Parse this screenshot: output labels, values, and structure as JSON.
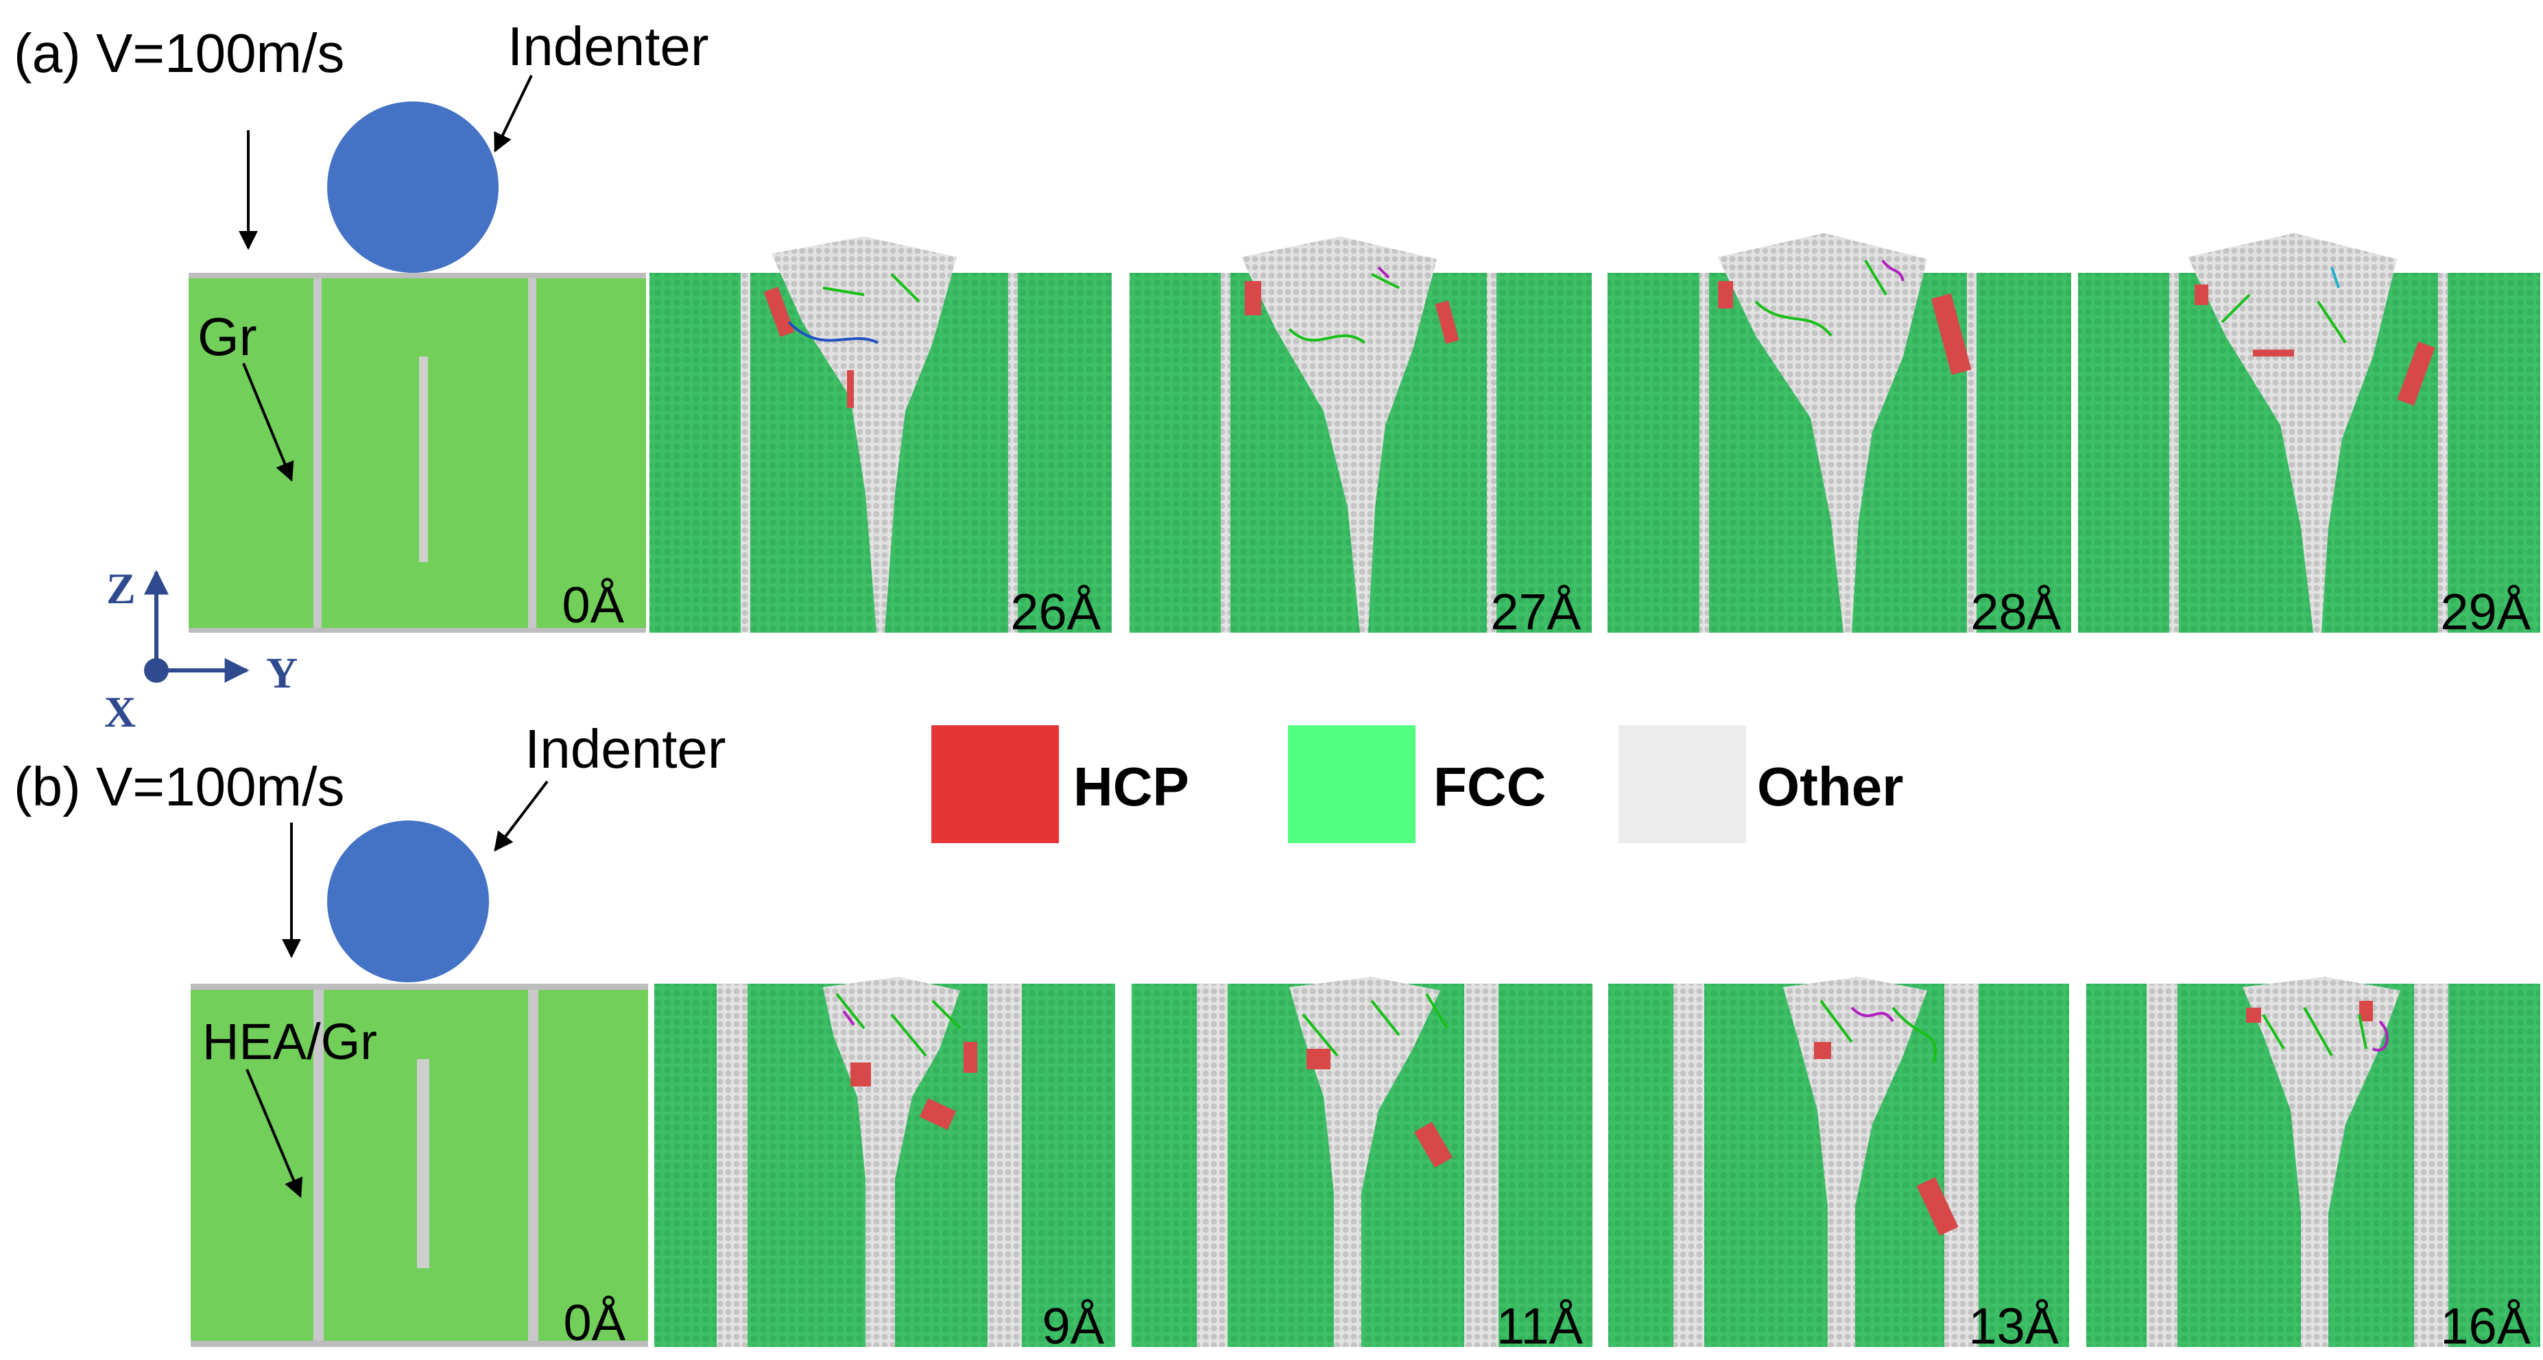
{
  "colors": {
    "fcc": "#3dbf66",
    "fcc_light": "#72cf5a",
    "other": "#d8d8d8",
    "hcp": "#d84848",
    "indenter": "#4472c4",
    "axis": "#2f4a8f",
    "legend_hcp": "#e53535",
    "legend_fcc": "#52ff80",
    "legend_other": "#ececec"
  },
  "row_a": {
    "caption": "(a) V=100m/s",
    "indenter_label": "Indenter",
    "material_label": "Gr",
    "depths": [
      "0Å",
      "26Å",
      "27Å",
      "28Å",
      "29Å"
    ]
  },
  "row_b": {
    "caption": "(b) V=100m/s",
    "indenter_label": "Indenter",
    "material_label": "HEA/Gr",
    "depths": [
      "0Å",
      "9Å",
      "11Å",
      "13Å",
      "16Å"
    ]
  },
  "axes": {
    "z": "Z",
    "y": "Y",
    "x": "X"
  },
  "legend": [
    {
      "label": "HCP",
      "color_key": "legend_hcp"
    },
    {
      "label": "FCC",
      "color_key": "legend_fcc"
    },
    {
      "label": "Other",
      "color_key": "legend_other"
    }
  ]
}
